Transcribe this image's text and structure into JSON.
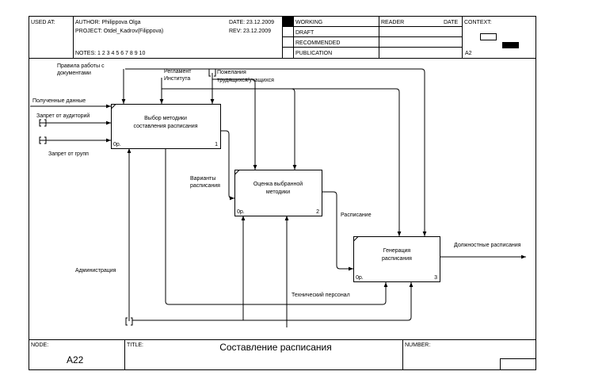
{
  "header": {
    "used_at": "USED AT:",
    "author": "AUTHOR: Philippova Olga",
    "project": "PROJECT: Otdel_Kadrov(Filippova)",
    "date": "DATE: 23.12.2009",
    "rev": "REV:   23.12.2009",
    "notes": "NOTES:  1  2  3  4  5  6  7  8  9  10",
    "status_working": "WORKING",
    "status_draft": "DRAFT",
    "status_recommended": "RECOMMENDED",
    "status_publication": "PUBLICATION",
    "reader": "READER",
    "reader_date": "DATE",
    "context": "CONTEXT:",
    "context_node": "A2"
  },
  "diagram": {
    "boxes": [
      {
        "id": "box1",
        "line1": "Выбор методики",
        "line2": "составления расписания",
        "cost": "0р.",
        "number": "1"
      },
      {
        "id": "box2",
        "line1": "Оценка выбранной",
        "line2": "методики",
        "cost": "0р.",
        "number": "2"
      },
      {
        "id": "box3",
        "line1": "Генерация",
        "line2": "расписания",
        "cost": "0р.",
        "number": "3"
      }
    ],
    "arrows": {
      "rules_line1": "Правила работы с",
      "rules_line2": "документами",
      "reglament_line1": "Регламент",
      "reglament_line2": "Института",
      "wishes_line1": "Пожелания",
      "wishes_line2": "трудящихся/учащихся",
      "received_data": "Полученные данные",
      "auditory_ban": "Запрет от аудиторий",
      "group_ban": "Запрет от групп",
      "variants_line1": "Варианты",
      "variants_line2": "расписания",
      "schedule": "Расписание",
      "duty_schedule": "Должностные расписания",
      "administration": "Администрация",
      "tech_staff": "Технический персонал"
    }
  },
  "footer": {
    "node_label": "NODE:",
    "node_value": "A22",
    "title_label": "TITLE:",
    "title_value": "Составление расписания",
    "number_label": "NUMBER:"
  }
}
